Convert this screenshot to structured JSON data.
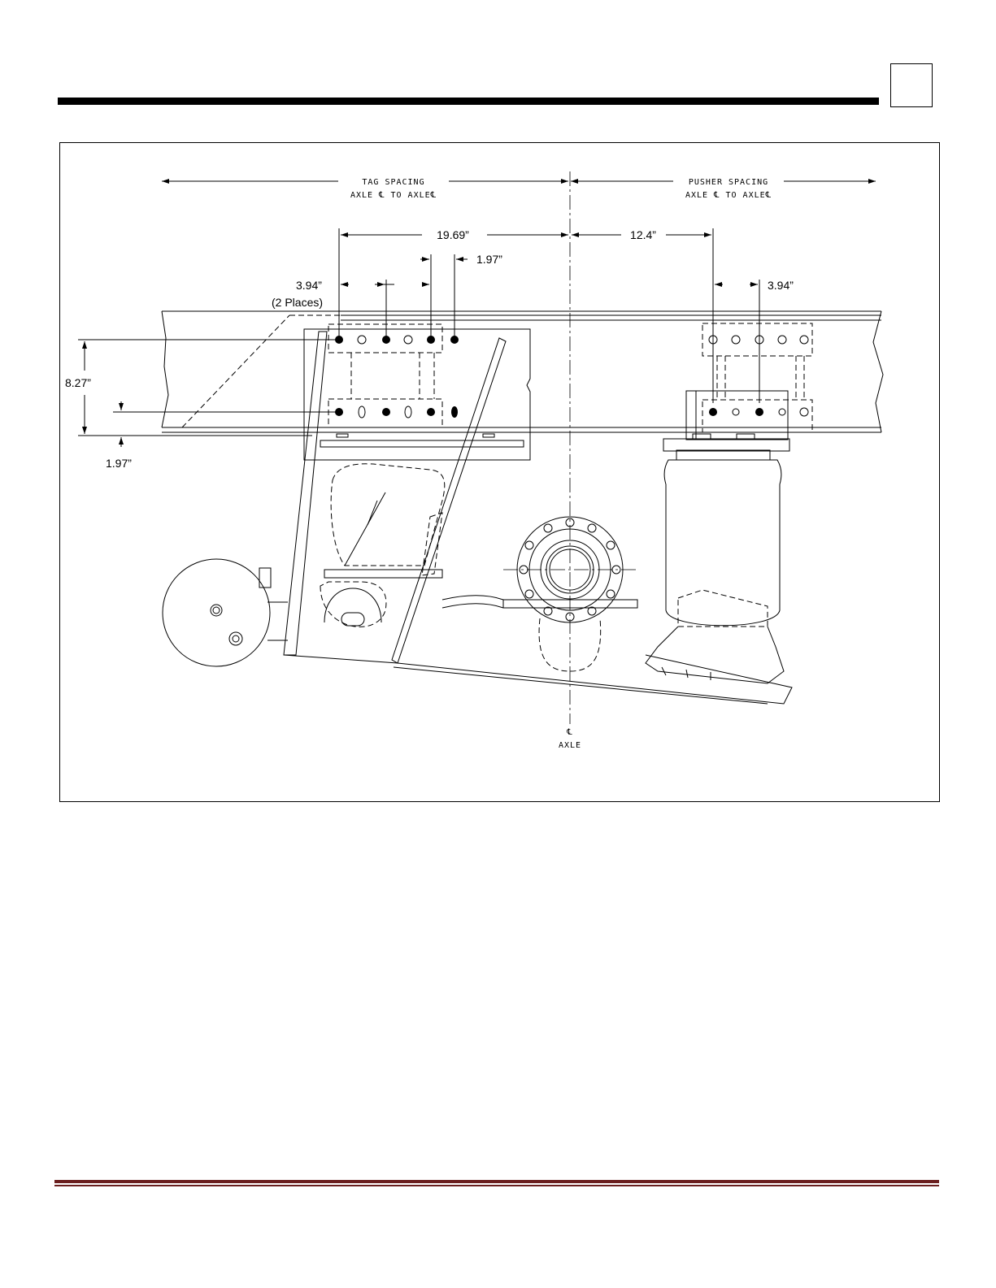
{
  "header": {
    "page_box_text": ""
  },
  "drawing": {
    "tag_spacing": {
      "line1": "TAG SPACING",
      "line2": "AXLE ℄ TO AXLE℄"
    },
    "pusher_spacing": {
      "line1": "PUSHER SPACING",
      "line2": "AXLE ℄ TO AXLE℄"
    },
    "dimensions": {
      "d_19_69": "19.69”",
      "d_12_4": "12.4”",
      "d_1_97_top": "1.97”",
      "d_3_94_left": "3.94”",
      "d_2_places": "(2 Places)",
      "d_3_94_right": "3.94”",
      "d_8_27": "8.27”",
      "d_1_97_bottom": "1.97”"
    },
    "axle_label": {
      "symbol": "℄",
      "text": "AXLE"
    }
  }
}
